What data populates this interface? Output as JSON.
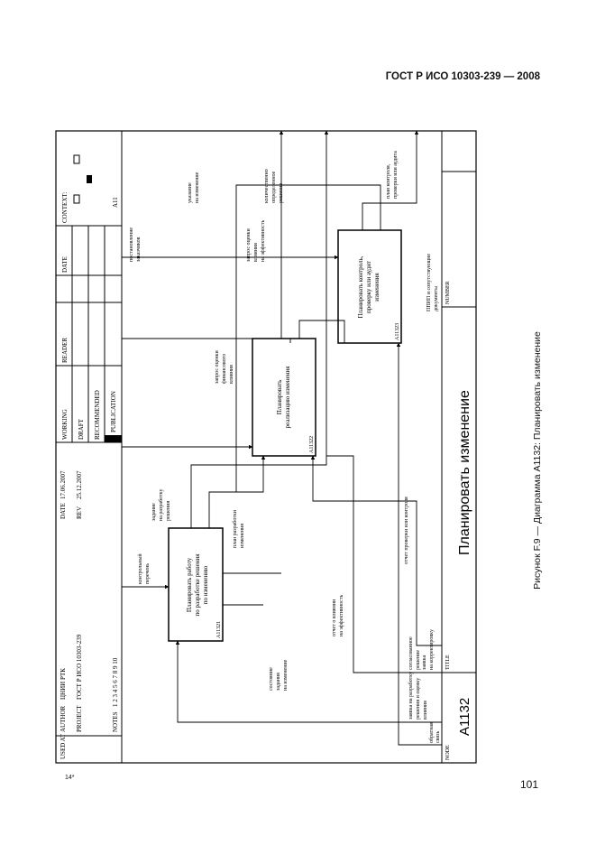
{
  "header": {
    "standard": "ГОСТ Р ИСО 10303-239 — 2008"
  },
  "page": {
    "number": "101",
    "sheet_mark": "14*"
  },
  "caption": "Рисунок F.9 — Диаграмма А1132: Планировать изменение",
  "frame": {
    "used_at": "USED AT",
    "author_label": "AUTHOR",
    "author_value": "ЦНИИ РТК",
    "project_label": "PROJECT",
    "project_value": "ГОСТ Р ИСО 10303-239",
    "notes_label": "NOTES",
    "notes_value": "1 2 3 4 5 6 7 8 9 10",
    "date_label": "DATE",
    "date_value": "17.06.2007",
    "rev_label": "REV",
    "rev_value": "25.12.2007",
    "working": "WORKING",
    "draft": "DRAFT",
    "recommended": "RECOMMENDED",
    "publication": "PUBLICATION",
    "reader": "READER",
    "reader_date": "DATE",
    "context": "CONTEXT:",
    "context_node": "A11",
    "node_label": "NODE",
    "node_value": "A1132",
    "title_label": "TITLE",
    "title_value": "Планировать изменение",
    "number_label": "NUMBER"
  },
  "boxes": [
    {
      "id": "A11321",
      "lines": [
        "Планировать работу",
        "по разработке решения",
        "по изменению"
      ]
    },
    {
      "id": "A11322",
      "lines": [
        "Планировать",
        "реализацию изменения"
      ]
    },
    {
      "id": "A11323",
      "lines": [
        "Планировать контроль,",
        "проверку или аудит",
        "изменения"
      ]
    }
  ],
  "arrows": {
    "in1": [
      "заявка на разработку",
      "решения и оценку",
      "влияния"
    ],
    "in2": [
      "заявка",
      "на корректировку"
    ],
    "in3": [
      "согласованное",
      "решение"
    ],
    "in4": [
      "обратная",
      "связь"
    ],
    "ctrl1": [
      "контрольный",
      "перечень"
    ],
    "ctrl2": [
      "постановление",
      "заказчиков"
    ],
    "ctrl3": [
      "ППИП и сопутствующие",
      "документы"
    ],
    "m1": [
      "состояние",
      "задания",
      "на изменение"
    ],
    "m2": [
      "задание",
      "на разработку",
      "решения"
    ],
    "m3": [
      "план разработки",
      "изменения"
    ],
    "m4": [
      "отчет о влиянии",
      "на эффективность"
    ],
    "m5": [
      "запрос оценки",
      "финансового",
      "влияния"
    ],
    "m6": [
      "запрос оценки",
      "влияния",
      "на эффективность"
    ],
    "m7": [
      "отчет проверки или контроля"
    ],
    "out1": [
      "указание",
      "на изменение"
    ],
    "out2": [
      "количественно",
      "определенное",
      "решение"
    ],
    "out3": [
      "план контроля,",
      "проверки или аудита"
    ]
  }
}
